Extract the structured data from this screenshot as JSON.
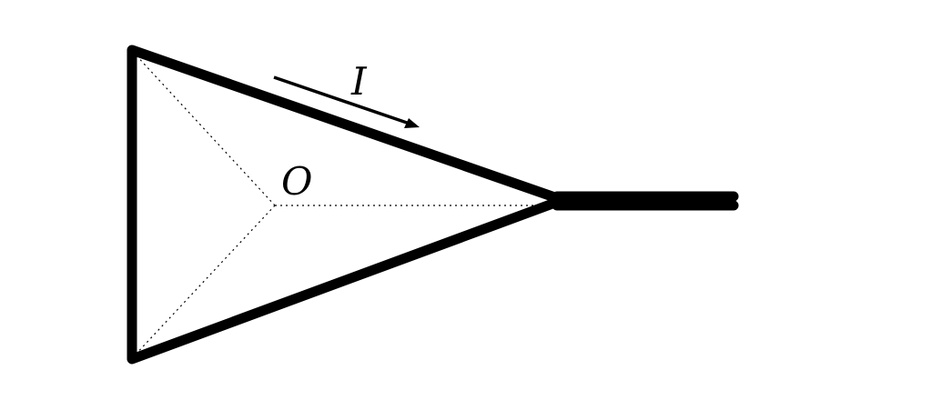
{
  "labels": {
    "current": "I",
    "center": "O"
  },
  "colors": {
    "wire": "#000000",
    "construction_lines": "#000000",
    "background": "#ffffff"
  },
  "style": {
    "construction_line_pattern": "dotted"
  }
}
